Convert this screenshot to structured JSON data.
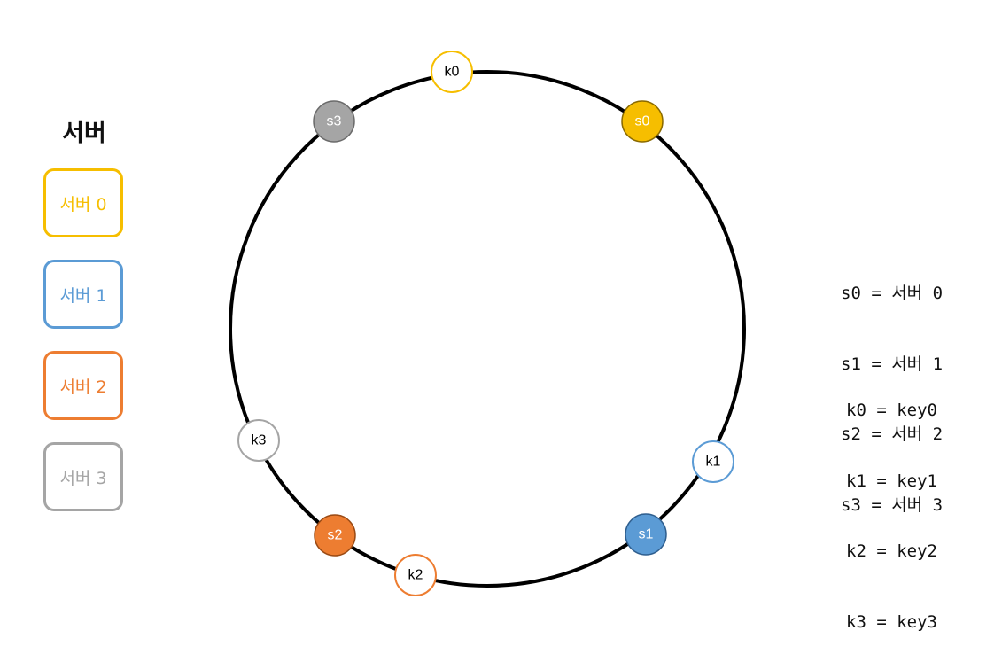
{
  "legend": {
    "title": "서버",
    "servers": [
      {
        "label": "서버 0",
        "color": "#F6BE00"
      },
      {
        "label": "서버 1",
        "color": "#5B9BD5"
      },
      {
        "label": "서버 2",
        "color": "#ED7D31"
      },
      {
        "label": "서버 3",
        "color": "#A5A5A5"
      }
    ]
  },
  "ring": {
    "servers": [
      {
        "id": "s0",
        "color": "#F6BE00"
      },
      {
        "id": "s1",
        "color": "#5B9BD5"
      },
      {
        "id": "s2",
        "color": "#ED7D31"
      },
      {
        "id": "s3",
        "color": "#A5A5A5"
      }
    ],
    "keys": [
      {
        "id": "k0",
        "color": "#F6BE00"
      },
      {
        "id": "k1",
        "color": "#5B9BD5"
      },
      {
        "id": "k2",
        "color": "#ED7D31"
      },
      {
        "id": "k3",
        "color": "#A5A5A5"
      }
    ]
  },
  "mappings": {
    "servers": [
      "s0 = 서버 0",
      "s1 = 서버 1",
      "s2 = 서버 2",
      "s3 = 서버 3"
    ],
    "keys": [
      "k0 = key0",
      "k1 = key1",
      "k2 = key2",
      "k3 = key3"
    ]
  }
}
